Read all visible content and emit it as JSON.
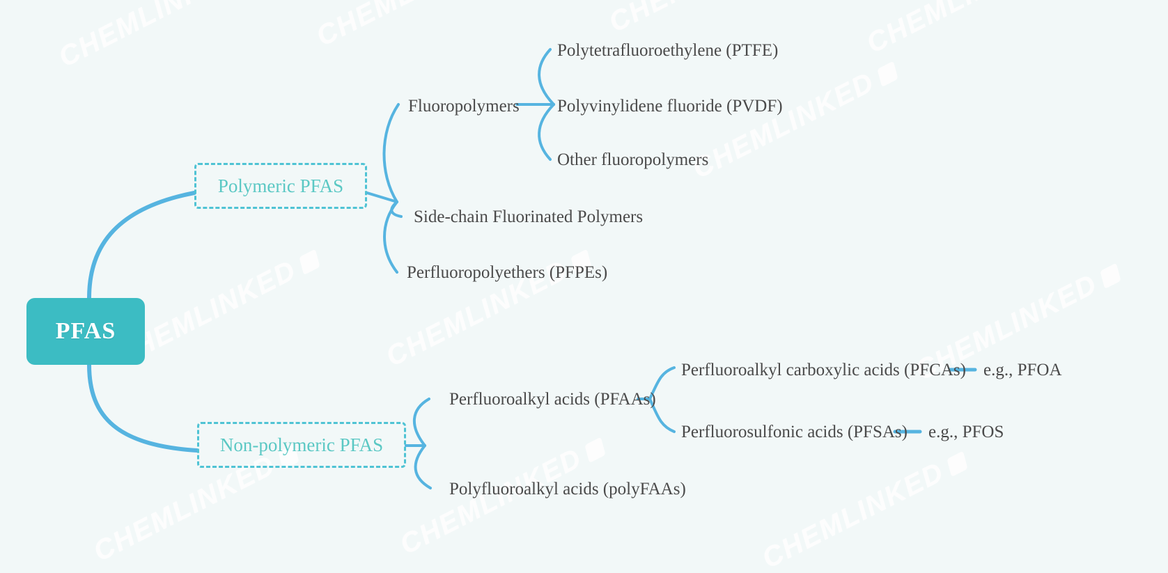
{
  "diagram": {
    "title": "PFAS classification mind map",
    "background_color": "#f2f8f8",
    "root_color": "#3cbcc3",
    "branch_color": "#56b4e0",
    "category_color": "#5bc8c4",
    "leaf_text_color": "#4a4a4a"
  },
  "watermark": {
    "text": "CHEMLINKED"
  },
  "root": {
    "label": "PFAS"
  },
  "categories": {
    "polymeric": {
      "label": "Polymeric PFAS"
    },
    "nonpolymeric": {
      "label": "Non-polymeric PFAS"
    }
  },
  "leaves": {
    "fluoropolymers": "Fluoropolymers",
    "ptfe": "Polytetrafluoroethylene (PTFE)",
    "pvdf": "Polyvinylidene fluoride (PVDF)",
    "other_fluoropolymers": "Other fluoropolymers",
    "side_chain": "Side-chain Fluorinated Polymers",
    "pfpes": "Perfluoropolyethers (PFPEs)",
    "pfaas": "Perfluoroalkyl acids (PFAAs)",
    "pfcas": "Perfluoroalkyl carboxylic acids (PFCAs)",
    "eg_pfoa": "e.g., PFOA",
    "pfsas": "Perfluorosulfonic acids (PFSAs)",
    "eg_pfos": "e.g., PFOS",
    "polyfaas": "Polyfluoroalkyl acids (polyFAAs)"
  },
  "chart_data": {
    "type": "tree",
    "title": "PFAS",
    "nodes": [
      {
        "id": "root",
        "label": "PFAS",
        "level": 0,
        "children": [
          "polymeric",
          "nonpolymeric"
        ]
      },
      {
        "id": "polymeric",
        "label": "Polymeric PFAS",
        "level": 1,
        "children": [
          "fluoropolymers",
          "side_chain",
          "pfpes"
        ]
      },
      {
        "id": "fluoropolymers",
        "label": "Fluoropolymers",
        "level": 2,
        "children": [
          "ptfe",
          "pvdf",
          "other_fluoropolymers"
        ]
      },
      {
        "id": "ptfe",
        "label": "Polytetrafluoroethylene (PTFE)",
        "level": 3,
        "children": []
      },
      {
        "id": "pvdf",
        "label": "Polyvinylidene fluoride (PVDF)",
        "level": 3,
        "children": []
      },
      {
        "id": "other_fluoropolymers",
        "label": "Other fluoropolymers",
        "level": 3,
        "children": []
      },
      {
        "id": "side_chain",
        "label": "Side-chain Fluorinated Polymers",
        "level": 2,
        "children": []
      },
      {
        "id": "pfpes",
        "label": "Perfluoropolyethers (PFPEs)",
        "level": 2,
        "children": []
      },
      {
        "id": "nonpolymeric",
        "label": "Non-polymeric PFAS",
        "level": 1,
        "children": [
          "pfaas",
          "polyfaas"
        ]
      },
      {
        "id": "pfaas",
        "label": "Perfluoroalkyl acids (PFAAs)",
        "level": 2,
        "children": [
          "pfcas",
          "pfsas"
        ]
      },
      {
        "id": "pfcas",
        "label": "Perfluoroalkyl carboxylic acids (PFCAs)",
        "level": 3,
        "children": [
          "eg_pfoa"
        ]
      },
      {
        "id": "eg_pfoa",
        "label": "e.g., PFOA",
        "level": 4,
        "children": []
      },
      {
        "id": "pfsas",
        "label": "Perfluorosulfonic acids (PFSAs)",
        "level": 3,
        "children": [
          "eg_pfos"
        ]
      },
      {
        "id": "eg_pfos",
        "label": "e.g., PFOS",
        "level": 4,
        "children": []
      },
      {
        "id": "polyfaas",
        "label": "Polyfluoroalkyl acids (polyFAAs)",
        "level": 2,
        "children": []
      }
    ]
  }
}
